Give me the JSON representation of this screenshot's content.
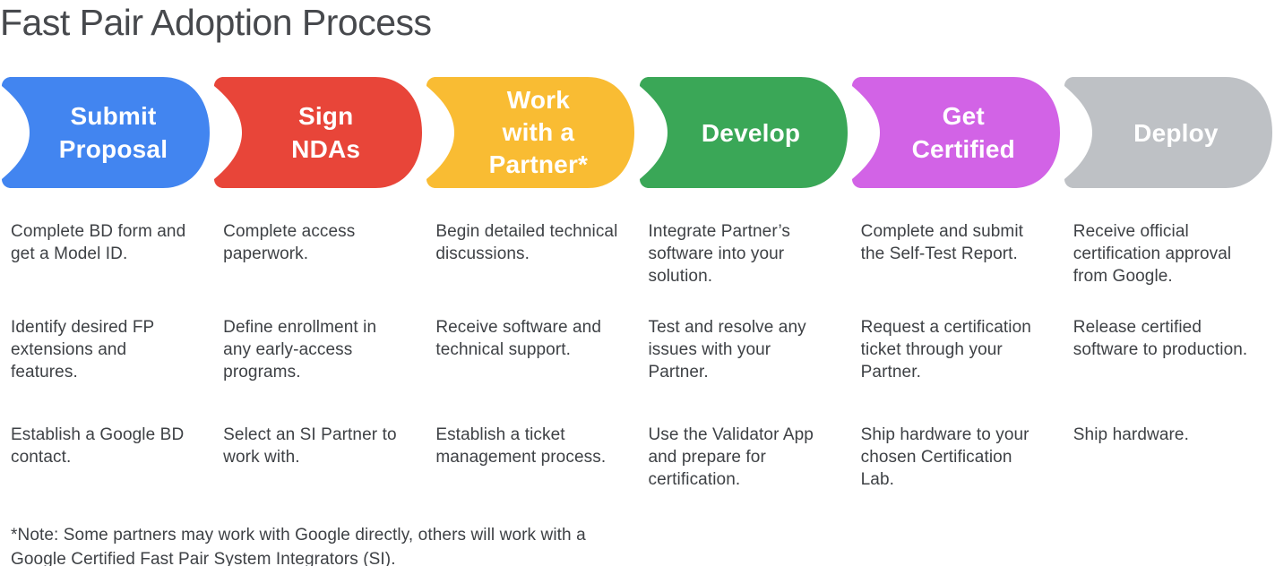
{
  "title": "Fast Pair Adoption Process",
  "colors": {
    "blue": "#4285F0",
    "red": "#E84539",
    "yellow": "#F9BC33",
    "green": "#3AA757",
    "magenta": "#D263E6",
    "gray": "#BEC1C5",
    "heading_text": "#47494D",
    "body_text": "#3E4145",
    "label_text": "#FFFFFF"
  },
  "stages": [
    {
      "id": "submit-proposal",
      "color": "#4285F0",
      "label": "Submit Proposal",
      "lines": [
        "Submit",
        "Proposal"
      ],
      "steps": [
        "Complete BD form and get a Model ID.",
        "Identify desired FP extensions and features.",
        "Establish a Google BD contact."
      ]
    },
    {
      "id": "sign-ndas",
      "color": "#E84539",
      "label": "Sign NDAs",
      "lines": [
        "Sign",
        "NDAs"
      ],
      "steps": [
        "Complete access paperwork.",
        "Define enrollment in any early-access programs.",
        "Select an SI Partner to work with."
      ]
    },
    {
      "id": "work-with-a-partner",
      "color": "#F9BC33",
      "label": "Work with a Partner*",
      "lines": [
        "Work",
        "with a",
        "Partner*"
      ],
      "steps": [
        "Begin detailed technical discussions.",
        "Receive software and technical support.",
        "Establish a ticket management process."
      ]
    },
    {
      "id": "develop",
      "color": "#3AA757",
      "label": "Develop",
      "lines": [
        "Develop"
      ],
      "steps": [
        "Integrate Partner’s software into your solution.",
        "Test and resolve any issues with your Partner.",
        "Use the Validator App and prepare for certification."
      ]
    },
    {
      "id": "get-certified",
      "color": "#D263E6",
      "label": "Get Certified",
      "lines": [
        "Get",
        "Certified"
      ],
      "steps": [
        "Complete and submit the Self-Test Report.",
        "Request a certification ticket through your Partner.",
        "Ship hardware to your chosen Certification Lab."
      ]
    },
    {
      "id": "deploy",
      "color": "#BEC1C5",
      "label": "Deploy",
      "lines": [
        "Deploy"
      ],
      "steps": [
        "Receive official certification approval from Google.",
        "Release certified software to production.",
        "Ship hardware."
      ]
    }
  ],
  "note": {
    "line1": "*Note: Some partners may work with Google directly, others will work with a",
    "line2": "Google Certified Fast Pair System Integrators (SI)."
  }
}
